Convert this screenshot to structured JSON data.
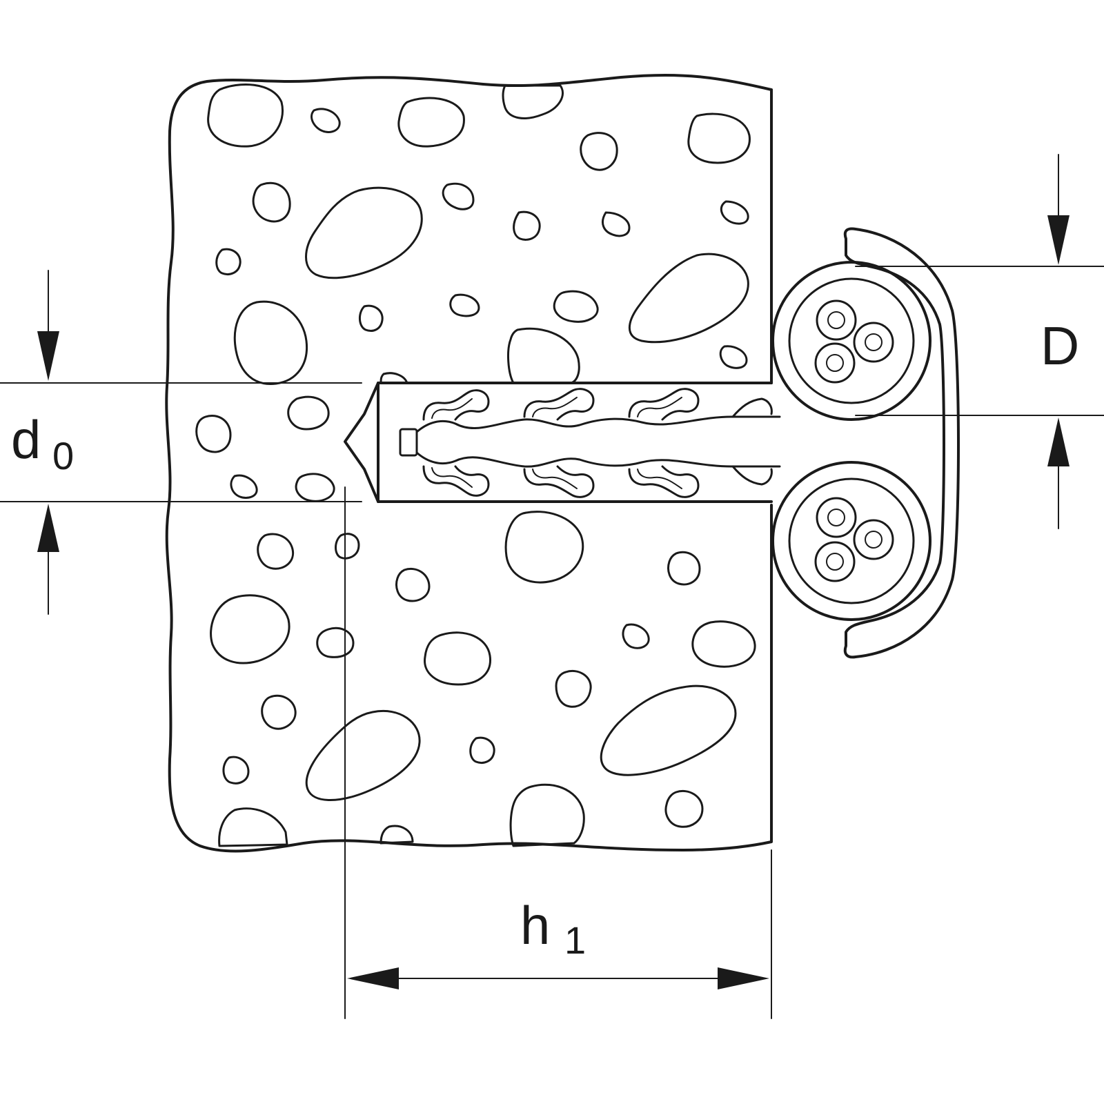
{
  "labels": {
    "d0": {
      "main": "d",
      "sub": "0"
    },
    "h1": {
      "main": "h",
      "sub": "1"
    },
    "D": "D"
  },
  "colors": {
    "line": "#1a1a1a",
    "background": "#ffffff"
  }
}
